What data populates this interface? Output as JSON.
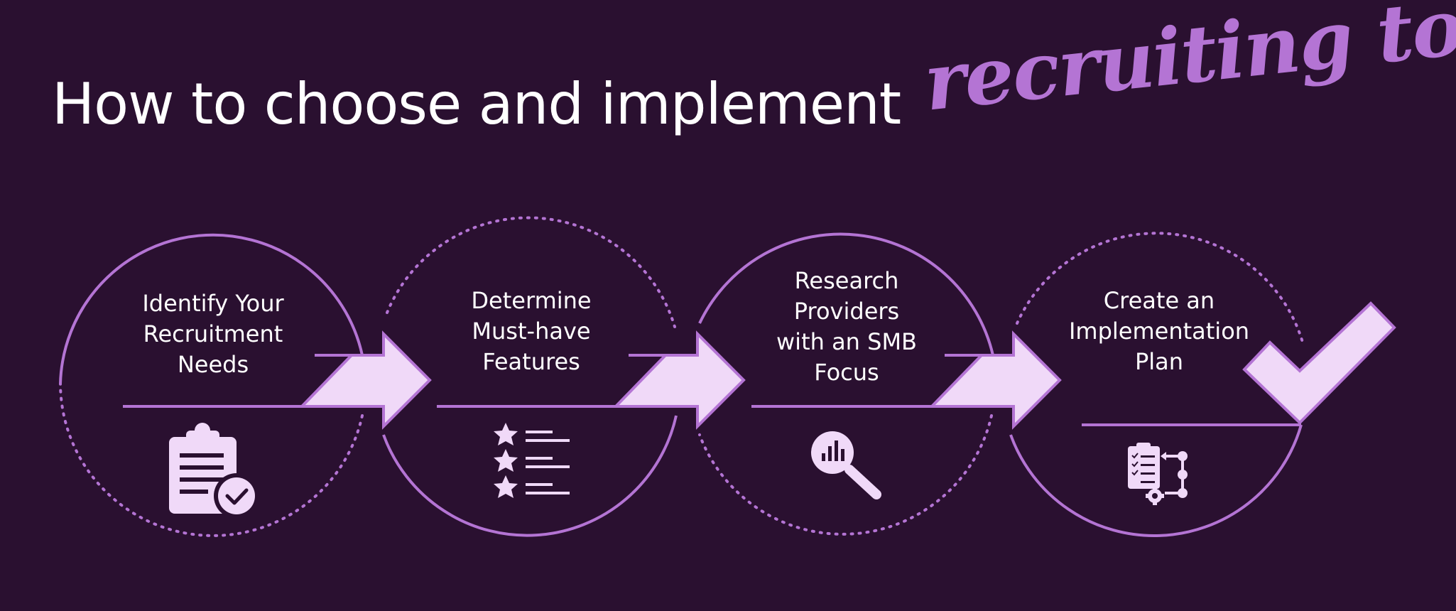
{
  "header": {
    "title": "How to choose and implement",
    "accent": "recruiting tools"
  },
  "colors": {
    "background": "#2a1030",
    "accent": "#b474d4",
    "arrow_fill": "#f0d9f8",
    "text": "#ffffff"
  },
  "steps": [
    {
      "lines": [
        "Identify Your",
        "Recruitment",
        "Needs"
      ],
      "icon": "clipboard-check-icon"
    },
    {
      "lines": [
        "Determine",
        "Must-have",
        "Features"
      ],
      "icon": "star-list-icon"
    },
    {
      "lines": [
        "Research",
        "Providers",
        "with an SMB",
        "Focus"
      ],
      "icon": "magnifier-chart-icon"
    },
    {
      "lines": [
        "Create an",
        "Implementation",
        "Plan"
      ],
      "icon": "checklist-flow-icon"
    }
  ]
}
